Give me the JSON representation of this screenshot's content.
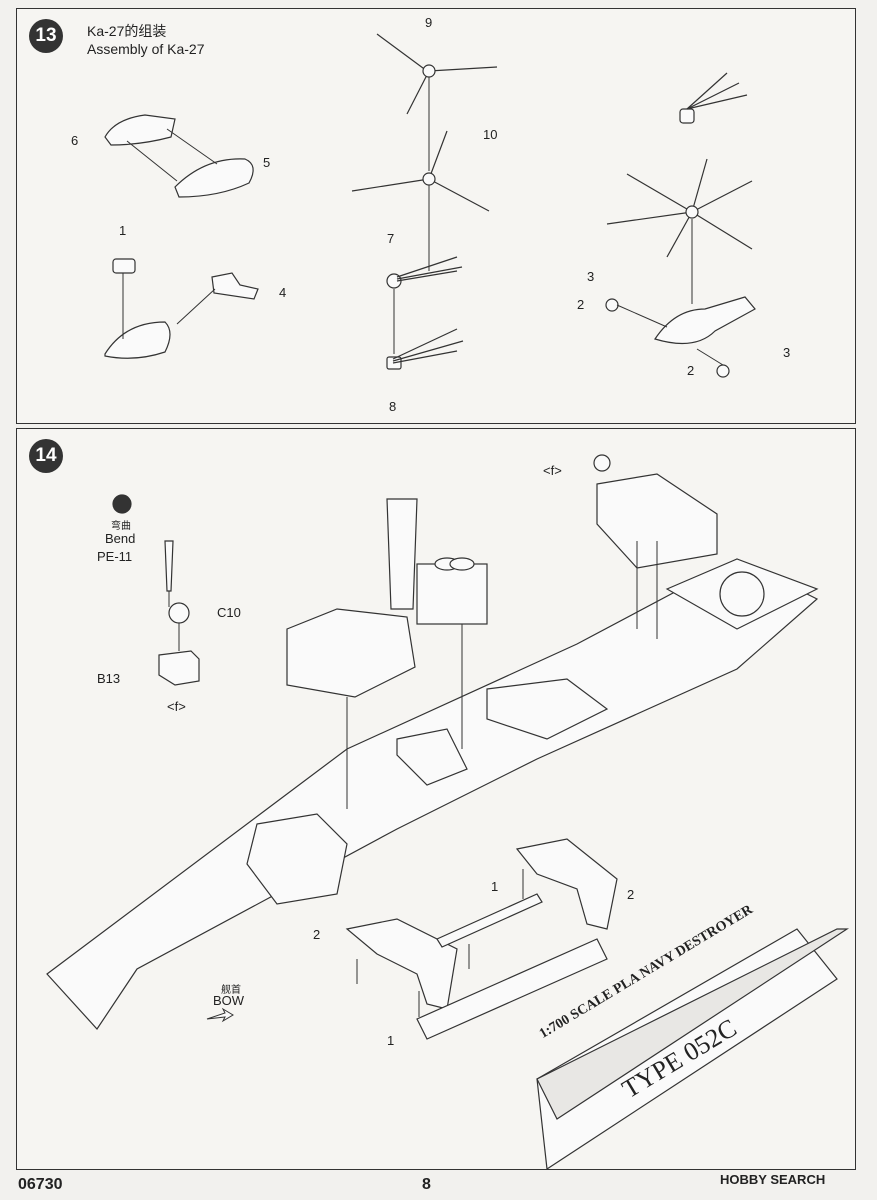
{
  "step13": {
    "number": "13",
    "title_cn": "Ka-27的组装",
    "title_en": "Assembly of Ka-27",
    "parts": {
      "p9": "9",
      "p10": "10",
      "p6": "6",
      "p5": "5",
      "p7": "7",
      "p1": "1",
      "p4": "4",
      "p8": "8",
      "p3a": "3",
      "p2a": "2",
      "p3b": "3",
      "p2b": "2"
    }
  },
  "step14": {
    "number": "14",
    "bend_cn": "弯曲",
    "bend_en": "Bend",
    "pe11": "PE-11",
    "c10": "C10",
    "b13": "B13",
    "f_ref_left": "<f>",
    "f_ref_top": "<f>",
    "bow_cn": "舰首",
    "bow_en": "BOW",
    "parts": {
      "p1a": "1",
      "p2a": "2",
      "p2b": "2",
      "p1b": "1"
    },
    "plaque_scale": "1:700 SCALE PLA NAVY DESTROYER",
    "plaque_type": "TYPE 052C"
  },
  "footer": {
    "code": "06730",
    "page": "8",
    "watermark": "HOBBY SEARCH"
  }
}
